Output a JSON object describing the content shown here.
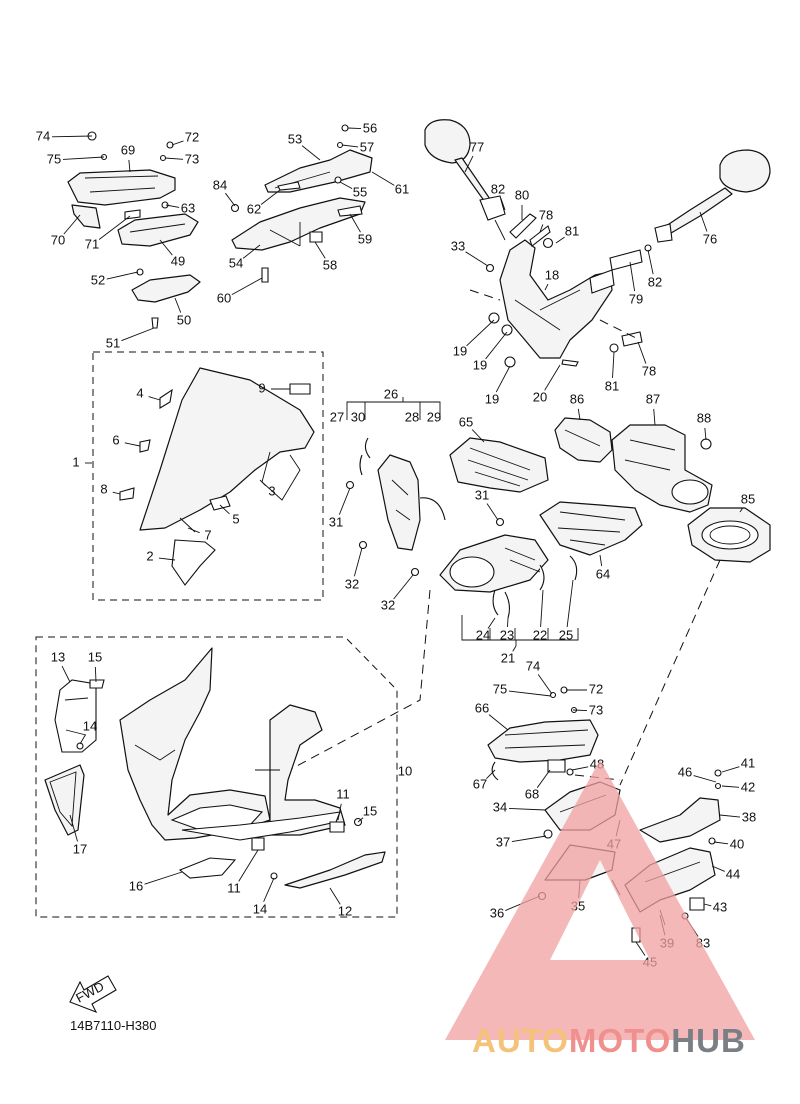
{
  "diagram": {
    "labels": [
      "74",
      "75",
      "69",
      "72",
      "73",
      "70",
      "71",
      "63",
      "49",
      "52",
      "50",
      "51",
      "53",
      "56",
      "57",
      "55",
      "61",
      "84",
      "62",
      "54",
      "58",
      "59",
      "60",
      "77",
      "82",
      "80",
      "78",
      "81",
      "76",
      "33",
      "18",
      "79",
      "82",
      "19",
      "19",
      "19",
      "20",
      "81",
      "78",
      "1",
      "4",
      "9",
      "6",
      "3",
      "8",
      "5",
      "7",
      "2",
      "26",
      "27",
      "30",
      "28",
      "29",
      "31",
      "32",
      "31",
      "32",
      "65",
      "86",
      "87",
      "88",
      "85",
      "64",
      "24",
      "23",
      "22",
      "25",
      "21",
      "13",
      "15",
      "14",
      "17",
      "10",
      "11",
      "15",
      "16",
      "11",
      "14",
      "12",
      "74",
      "75",
      "72",
      "66",
      "73",
      "67",
      "68",
      "48",
      "34",
      "47",
      "37",
      "36",
      "35",
      "46",
      "41",
      "42",
      "38",
      "40",
      "44",
      "43",
      "39",
      "83",
      "45"
    ],
    "figure_code": "14B7110-H380",
    "fwd_label": "FWD"
  },
  "watermark": {
    "text_a": "AUTO",
    "text_b": "MOTO",
    "text_c": "HUB",
    "color_a": "#f5c27a",
    "color_b": "#f0908e",
    "color_c": "#7a7f86",
    "triangle_color": "#f2a0a0"
  }
}
